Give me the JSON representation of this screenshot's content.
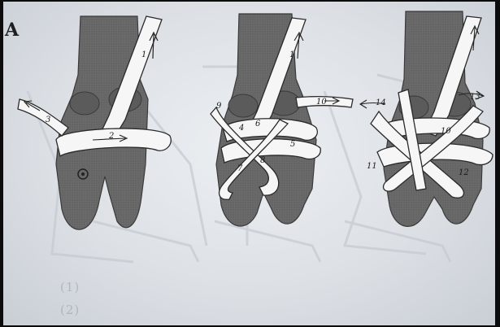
{
  "panel_letter": "A",
  "arrow_numbers": [
    "1",
    "2",
    "3",
    "1",
    "4",
    "5",
    "6",
    "7",
    "8",
    "9",
    "10",
    "10",
    "11",
    "12",
    "13",
    "14"
  ],
  "captions": [
    "(1)",
    "(2)"
  ],
  "colors": {
    "limb": "#6f6f6f",
    "limb_dark": "#4d4d4d",
    "bandage": "#f6f6f6",
    "ink": "#1c1c1c"
  }
}
